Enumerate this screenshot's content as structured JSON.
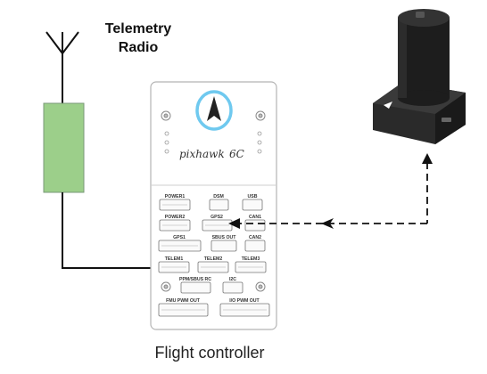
{
  "radio": {
    "label_line1": "Telemetry",
    "label_line2": "Radio"
  },
  "flight_controller": {
    "brand": "pixhawk",
    "model": "6C",
    "caption": "Flight controller",
    "ports": {
      "power1": "POWER1",
      "dsm": "DSM",
      "usb": "USB",
      "power2": "POWER2",
      "gps2": "GPS2",
      "can1": "CAN1",
      "gps1": "GPS1",
      "sbus_out": "SBUS OUT",
      "can2": "CAN2",
      "telem1": "TELEM1",
      "telem2": "TELEM2",
      "telem3": "TELEM3",
      "ppm_sbus_rc": "PPM/SBUS RC",
      "i2c": "I2C",
      "fmu_pwm_out": "FMU PWM OUT",
      "io_pwm_out": "I/O PWM OUT"
    }
  },
  "colors": {
    "radio_fill": "#9ccf8a",
    "radio_stroke": "#7a9a78",
    "line": "#111111",
    "board": "#ffffff",
    "board_stroke": "#b5b5b5",
    "gps_body": "#1d1d1d",
    "led_ring": "#6fc9ef"
  }
}
